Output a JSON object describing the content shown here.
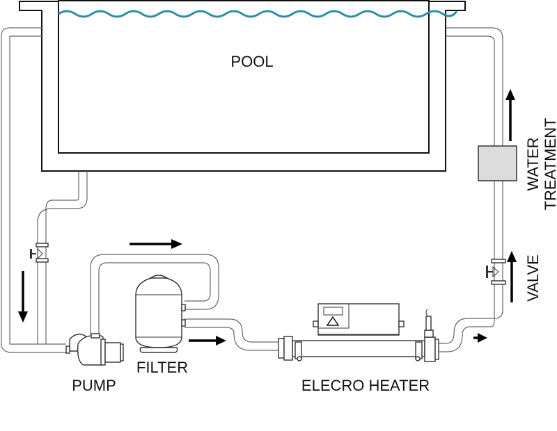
{
  "diagram": {
    "title": "Pool heating circulation diagram",
    "labels": {
      "pool": "POOL",
      "pump": "PUMP",
      "filter": "FILTER",
      "heater": "ELECRO HEATER",
      "water_treatment_line1": "WATER",
      "water_treatment_line2": "TREATMENT",
      "valve": "VALVE"
    },
    "colors": {
      "water": "#2a8ea8",
      "treatment_box": "#dcdcdc",
      "line": "#111111",
      "pipe_outline": "#666666"
    },
    "flow_arrows": [
      {
        "id": "down-left",
        "direction": "down"
      },
      {
        "id": "pump-to-filter",
        "direction": "right"
      },
      {
        "id": "filter-to-heater",
        "direction": "right"
      },
      {
        "id": "heater-outlet",
        "direction": "right"
      },
      {
        "id": "valve-up",
        "direction": "up"
      },
      {
        "id": "treatment-up",
        "direction": "up"
      }
    ],
    "components": [
      "pool",
      "valve-inlet",
      "pump",
      "filter",
      "electro-heater",
      "valve-return",
      "water-treatment"
    ]
  }
}
